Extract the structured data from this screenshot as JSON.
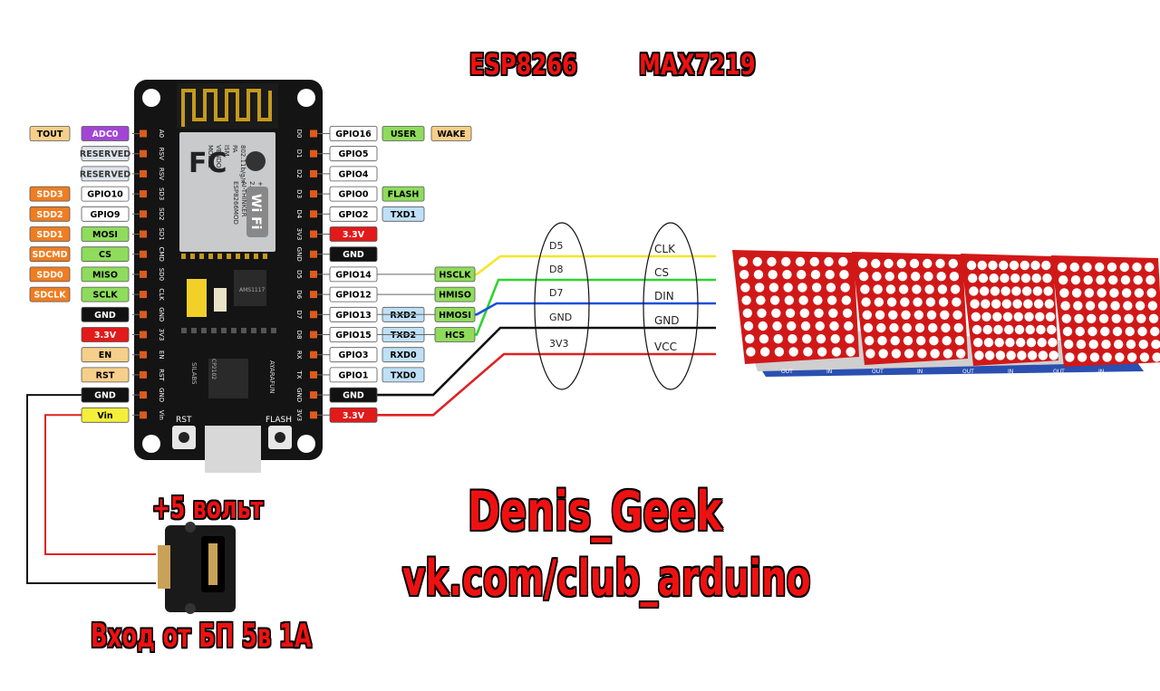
{
  "titles": {
    "board": "ESP8266",
    "module": "MAX7219",
    "power": "+5 вольт",
    "input": "Вход от БП 5в 1А",
    "author": "Denis_Geek",
    "link": "vk.com/club_arduino"
  },
  "colors": {
    "clk_wire": "#f5e625",
    "cs_wire": "#2fd32f",
    "din_wire": "#1e4fe0",
    "gnd_wire": "#111111",
    "vcc_wire": "#e02020",
    "title_red": "#e11111"
  },
  "board": {
    "vendor_logo": "FC",
    "model_lines": [
      "MODEL",
      "VENDOR",
      "ISM",
      "PA",
      "802.11b/g/n"
    ],
    "model_values": [
      "ESP8266MOD",
      "AI-THINKER",
      "2.4GHz",
      "+25dBm"
    ],
    "wifi": "Wi Fi",
    "chip": "SILABS",
    "chip_model": "CP2102",
    "reg": "AMS1117",
    "rst_label": "RST",
    "flash_label": "FLASH",
    "brand": "AYARAFUN",
    "left_pin_names": [
      "A0",
      "RSV",
      "RSV",
      "SD3",
      "SD2",
      "SD1",
      "CMD",
      "SD0",
      "CLK",
      "GND",
      "3V3",
      "EN",
      "RST",
      "GND",
      "Vin"
    ],
    "right_pin_names": [
      "D0",
      "D1",
      "D2",
      "D3",
      "D4",
      "3V3",
      "GND",
      "D5",
      "D6",
      "D7",
      "D8",
      "RX",
      "TX",
      "GND",
      "3V3"
    ]
  },
  "left_labels": [
    [
      {
        "t": "TOUT",
        "c": "tout"
      },
      {
        "t": "ADC0",
        "c": "purple"
      }
    ],
    [
      {
        "t": "RESERVED",
        "c": "gray"
      }
    ],
    [
      {
        "t": "RESERVED",
        "c": "gray"
      }
    ],
    [
      {
        "t": "SDD3",
        "c": "orange"
      },
      {
        "t": "GPIO10",
        "c": "white"
      }
    ],
    [
      {
        "t": "SDD2",
        "c": "orange"
      },
      {
        "t": "GPIO9",
        "c": "white"
      }
    ],
    [
      {
        "t": "SDD1",
        "c": "orange"
      },
      {
        "t": "MOSI",
        "c": "green"
      }
    ],
    [
      {
        "t": "SDCMD",
        "c": "orange"
      },
      {
        "t": "CS",
        "c": "green"
      }
    ],
    [
      {
        "t": "SDD0",
        "c": "orange"
      },
      {
        "t": "MISO",
        "c": "green"
      }
    ],
    [
      {
        "t": "SDCLK",
        "c": "orange"
      },
      {
        "t": "SCLK",
        "c": "green"
      }
    ],
    [
      {
        "t": "GND",
        "c": "black"
      }
    ],
    [
      {
        "t": "3.3V",
        "c": "red"
      }
    ],
    [
      {
        "t": "EN",
        "c": "tout"
      }
    ],
    [
      {
        "t": "RST",
        "c": "tout"
      }
    ],
    [
      {
        "t": "GND",
        "c": "black"
      }
    ],
    [
      {
        "t": "Vin",
        "c": "yellow"
      }
    ]
  ],
  "right_labels": [
    [
      {
        "t": "GPIO16",
        "c": "white"
      },
      {
        "t": "USER",
        "c": "green"
      },
      {
        "t": "WAKE",
        "c": "tout"
      }
    ],
    [
      {
        "t": "GPIO5",
        "c": "white"
      }
    ],
    [
      {
        "t": "GPIO4",
        "c": "white"
      }
    ],
    [
      {
        "t": "GPIO0",
        "c": "white"
      },
      {
        "t": "FLASH",
        "c": "green"
      }
    ],
    [
      {
        "t": "GPIO2",
        "c": "white"
      },
      {
        "t": "TXD1",
        "c": "blue"
      }
    ],
    [
      {
        "t": "3.3V",
        "c": "red"
      }
    ],
    [
      {
        "t": "GND",
        "c": "black"
      }
    ],
    [
      {
        "t": "GPIO14",
        "c": "white"
      }
    ],
    [
      {
        "t": "GPIO12",
        "c": "white"
      }
    ],
    [
      {
        "t": "GPIO13",
        "c": "white"
      },
      {
        "t": "RXD2",
        "c": "blue"
      }
    ],
    [
      {
        "t": "GPIO15",
        "c": "white"
      },
      {
        "t": "TXD2",
        "c": "blue"
      }
    ],
    [
      {
        "t": "GPIO3",
        "c": "white"
      },
      {
        "t": "RXD0",
        "c": "blue"
      }
    ],
    [
      {
        "t": "GPIO1",
        "c": "white"
      },
      {
        "t": "TXD0",
        "c": "blue"
      }
    ],
    [
      {
        "t": "GND",
        "c": "black"
      }
    ],
    [
      {
        "t": "3.3V",
        "c": "red"
      }
    ]
  ],
  "hspi_labels": [
    "HSCLK",
    "HMISO",
    "HMOSI",
    "HCS"
  ],
  "wires": {
    "esp_side": [
      "D5",
      "D8",
      "D7",
      "GND",
      "3V3"
    ],
    "max_side": [
      "CLK",
      "CS",
      "DIN",
      "GND",
      "VCC"
    ]
  },
  "matrix": {
    "modules": 4,
    "rows": 8,
    "cols": 8,
    "dot_color": "#ffffff",
    "bottom_labels": [
      "OUT",
      "IN",
      "OUT",
      "IN",
      "OUT",
      "IN",
      "OUT",
      "IN"
    ]
  }
}
